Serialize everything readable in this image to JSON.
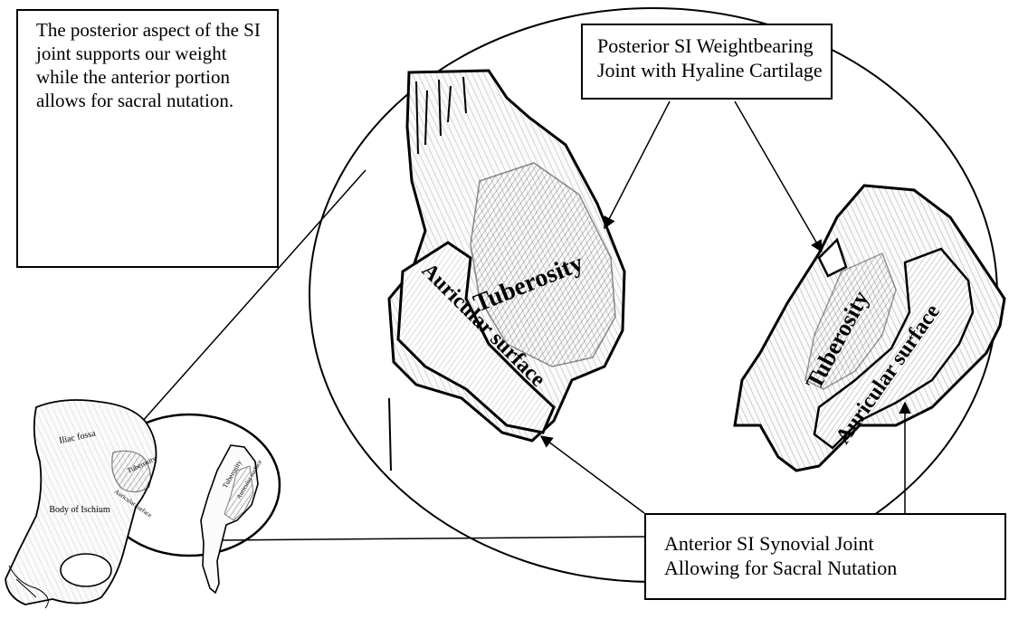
{
  "diagram": {
    "note_text": "The posterior aspect of the SI joint supports our weight while the anterior portion allows for sacral nutation.",
    "posterior_callout": [
      "Posterior SI Weightbearing",
      "Joint with Hyaline Cartilage"
    ],
    "anterior_callout": [
      "Anterior SI Synovial Joint",
      "Allowing for Sacral Nutation"
    ],
    "anatomy_labels": {
      "tuberosity": "Tuberosity",
      "auricular_surface": "Auricular surface",
      "iliac_fossa": "Iliac fossa",
      "body_of_ischium": "Body of Ischium"
    },
    "colors": {
      "ink": "#000000",
      "paper": "#ffffff",
      "bone_fill": "#fbfbfb"
    }
  }
}
